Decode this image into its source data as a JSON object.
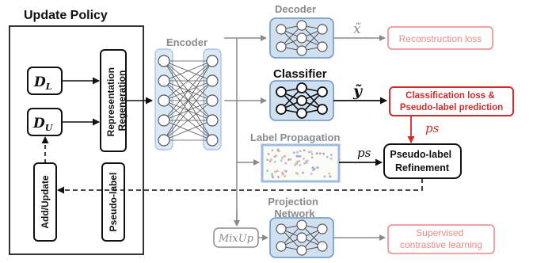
{
  "update_policy": {
    "title": "Update Policy",
    "dl_main": "D",
    "dl_sub": "L",
    "du_main": "D",
    "du_sub": "U",
    "representation_line1": "Representation",
    "representation_line2": "Regeneration",
    "add_update": "Add/Update",
    "pseudo_label": "Pseudo-label"
  },
  "encoder": {
    "label": "Encoder"
  },
  "decoder": {
    "label": "Decoder",
    "output_symbol": "x̃",
    "loss": "Reconstruction loss"
  },
  "classifier": {
    "label": "Classifier",
    "output_symbol": "ỹ",
    "loss_line1": "Classification loss &",
    "loss_line2": "Pseudo-label prediction",
    "ps_label": "ps"
  },
  "label_propagation": {
    "label": "Label Propagation",
    "ps_label": "ps"
  },
  "refinement": {
    "line1": "Pseudo-label",
    "line2": "Refinement"
  },
  "projection": {
    "label_line1": "Projection",
    "label_line2": "Network",
    "mixup": "MixUp",
    "loss_line1": "Supervised",
    "loss_line2": "contrastive learning"
  },
  "colors": {
    "red": "#d42a2a",
    "light_red": "#ec8a86",
    "gray": "#8a8a8a",
    "net_fill": "#cfe0f0",
    "net_stroke": "#6b93bf"
  }
}
